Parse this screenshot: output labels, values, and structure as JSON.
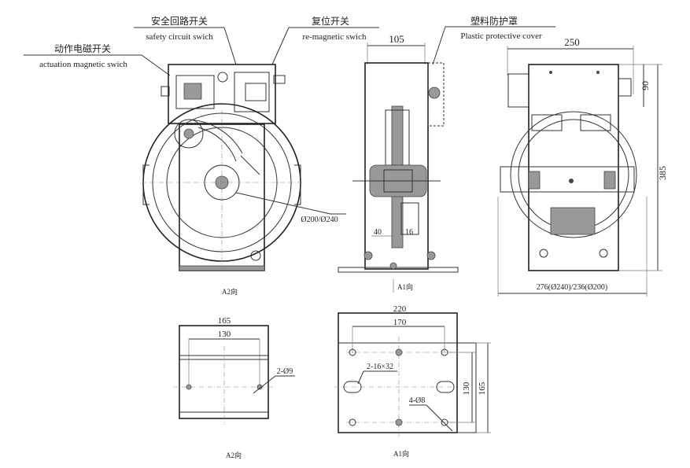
{
  "callouts": {
    "safety_switch_cn": "安全回路开关",
    "safety_switch_en": "safety circuit swich",
    "reset_switch_cn": "复位开关",
    "reset_switch_en": "re-magnetic swich",
    "actuation_switch_cn": "动作电磁开关",
    "actuation_switch_en": "actuation magnetic swich",
    "cover_cn": "塑料防护罩",
    "cover_en": "Plastic protective cover"
  },
  "dimensions": {
    "side_width": "105",
    "front_width": "250",
    "top_offset": "90",
    "height": "385",
    "base_width": "276(Ø240)/236(Ø200)",
    "sheave_diameter": "Ø200/Ø240",
    "d40": "40",
    "d16": "16",
    "a2_outer": "165",
    "a2_inner": "130",
    "a2_holes": "2-Ø9",
    "a1_outer": "220",
    "a1_inner": "170",
    "a1_slots": "2-16×32",
    "a1_holes": "4-Ø8",
    "a1_v_inner": "130",
    "a1_v_outer": "165"
  },
  "views": {
    "a2_top": "A2向",
    "a1_top": "A1向",
    "a2_bottom": "A2向",
    "a1_bottom": "A1向"
  }
}
